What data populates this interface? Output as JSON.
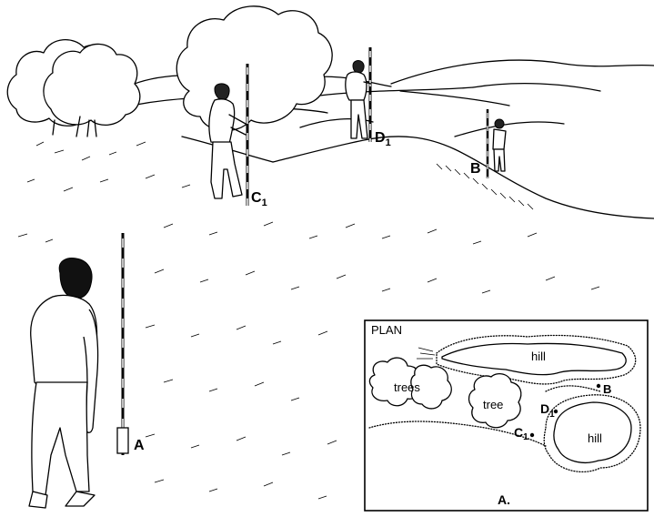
{
  "scene": {
    "labels": {
      "a": "A",
      "b": "B",
      "c1_main": "C",
      "c1_sub": "1",
      "d1_main": "D",
      "d1_sub": "1"
    }
  },
  "plan": {
    "title": "PLAN",
    "hill_top": "hill",
    "hill_bottom": "hill",
    "trees": "trees",
    "tree": "tree",
    "point_b": "B",
    "point_c1_main": "C",
    "point_c1_sub": "1",
    "point_d1_main": "D",
    "point_d1_sub": "1",
    "point_a": "A."
  }
}
